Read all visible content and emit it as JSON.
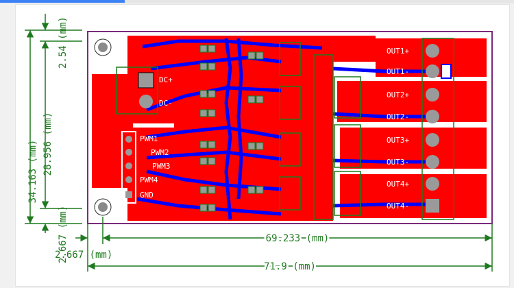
{
  "ui": {
    "accent": "#3b82f6",
    "canvas_bg": "#ffffff",
    "dimension_color": "#1f7a1f",
    "copper_color": "#ff0000",
    "trace_color": "#0000ff",
    "outline_color": "#7a2a7a"
  },
  "pcb": {
    "output_labels": [
      "OUT1+",
      "OUT1-",
      "OUT2+",
      "OUT2-",
      "OUT3+",
      "OUT3-",
      "OUT4+",
      "OUT4-"
    ],
    "left_labels": [
      "DC+",
      "DC-"
    ],
    "header_labels": [
      "PWM1",
      "PWM2",
      "PWM3",
      "PWM4",
      "GND"
    ]
  },
  "dimensions": {
    "top_vertical": "2.54 (mm)",
    "left_vertical_outer": "34.163 (mm)",
    "left_vertical_inner": "28.956 (mm)",
    "bottom_vertical": "2.667 (mm)",
    "horizontal_inner": "69.233 (mm)",
    "horizontal_offset": "2.667 (mm)",
    "horizontal_total": "71.9 (mm)"
  }
}
